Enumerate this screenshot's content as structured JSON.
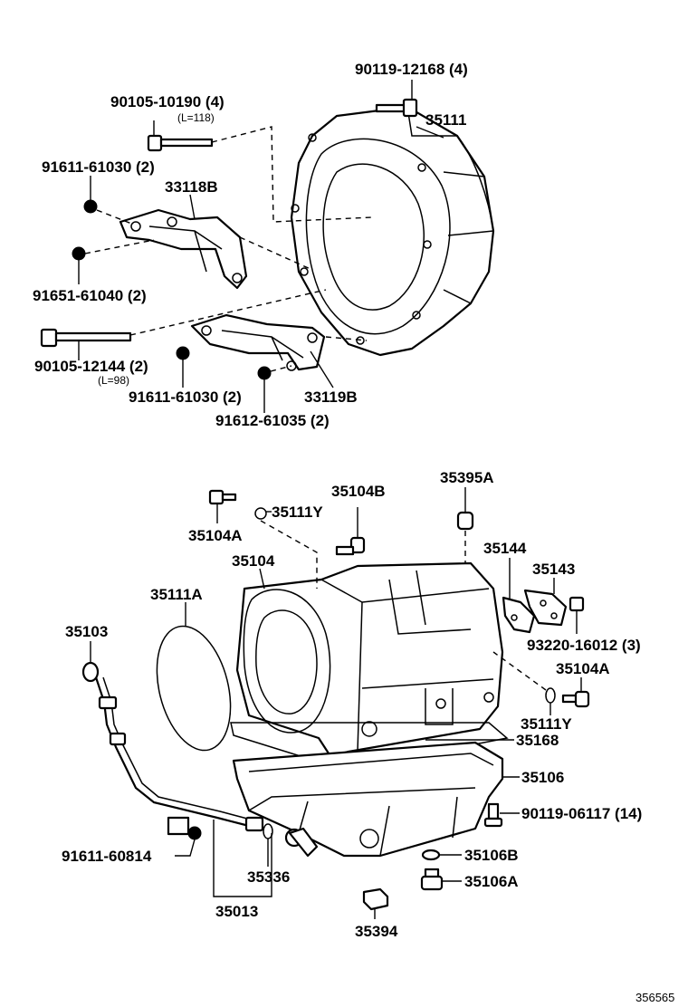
{
  "labels": {
    "p90119_12168": "90119-12168 (4)",
    "p35111": "35111",
    "p90105_10190": "90105-10190 (4)",
    "p90105_10190_len": "(L=118)",
    "p91611_61030_top": "91611-61030 (2)",
    "p33118b": "33118B",
    "p91651_61040": "91651-61040 (2)",
    "p90105_12144": "90105-12144 (2)",
    "p90105_12144_len": "(L=98)",
    "p91611_61030_mid": "91611-61030 (2)",
    "p33119b": "33119B",
    "p91612_61035": "91612-61035 (2)",
    "p35104b": "35104B",
    "p35395a": "35395A",
    "p35111y_top": "35111Y",
    "p35104a_top": "35104A",
    "p35144": "35144",
    "p35104": "35104",
    "p35143": "35143",
    "p35111a": "35111A",
    "p93220_16012": "93220-16012 (3)",
    "p35103": "35103",
    "p35104a_right": "35104A",
    "p35111y_right": "35111Y",
    "p35168": "35168",
    "p35106": "35106",
    "p90119_06117": "90119-06117 (14)",
    "p91611_60814": "91611-60814",
    "p35106b": "35106B",
    "p35336": "35336",
    "p35106a": "35106A",
    "p35013": "35013",
    "p35394": "35394",
    "ref_number": "356565"
  },
  "icons": {
    "bolt": "hex-bolt-icon",
    "nut": "hex-nut-icon",
    "gasket": "o-ring-icon"
  },
  "colors": {
    "ink": "#000000",
    "paper": "#ffffff"
  }
}
